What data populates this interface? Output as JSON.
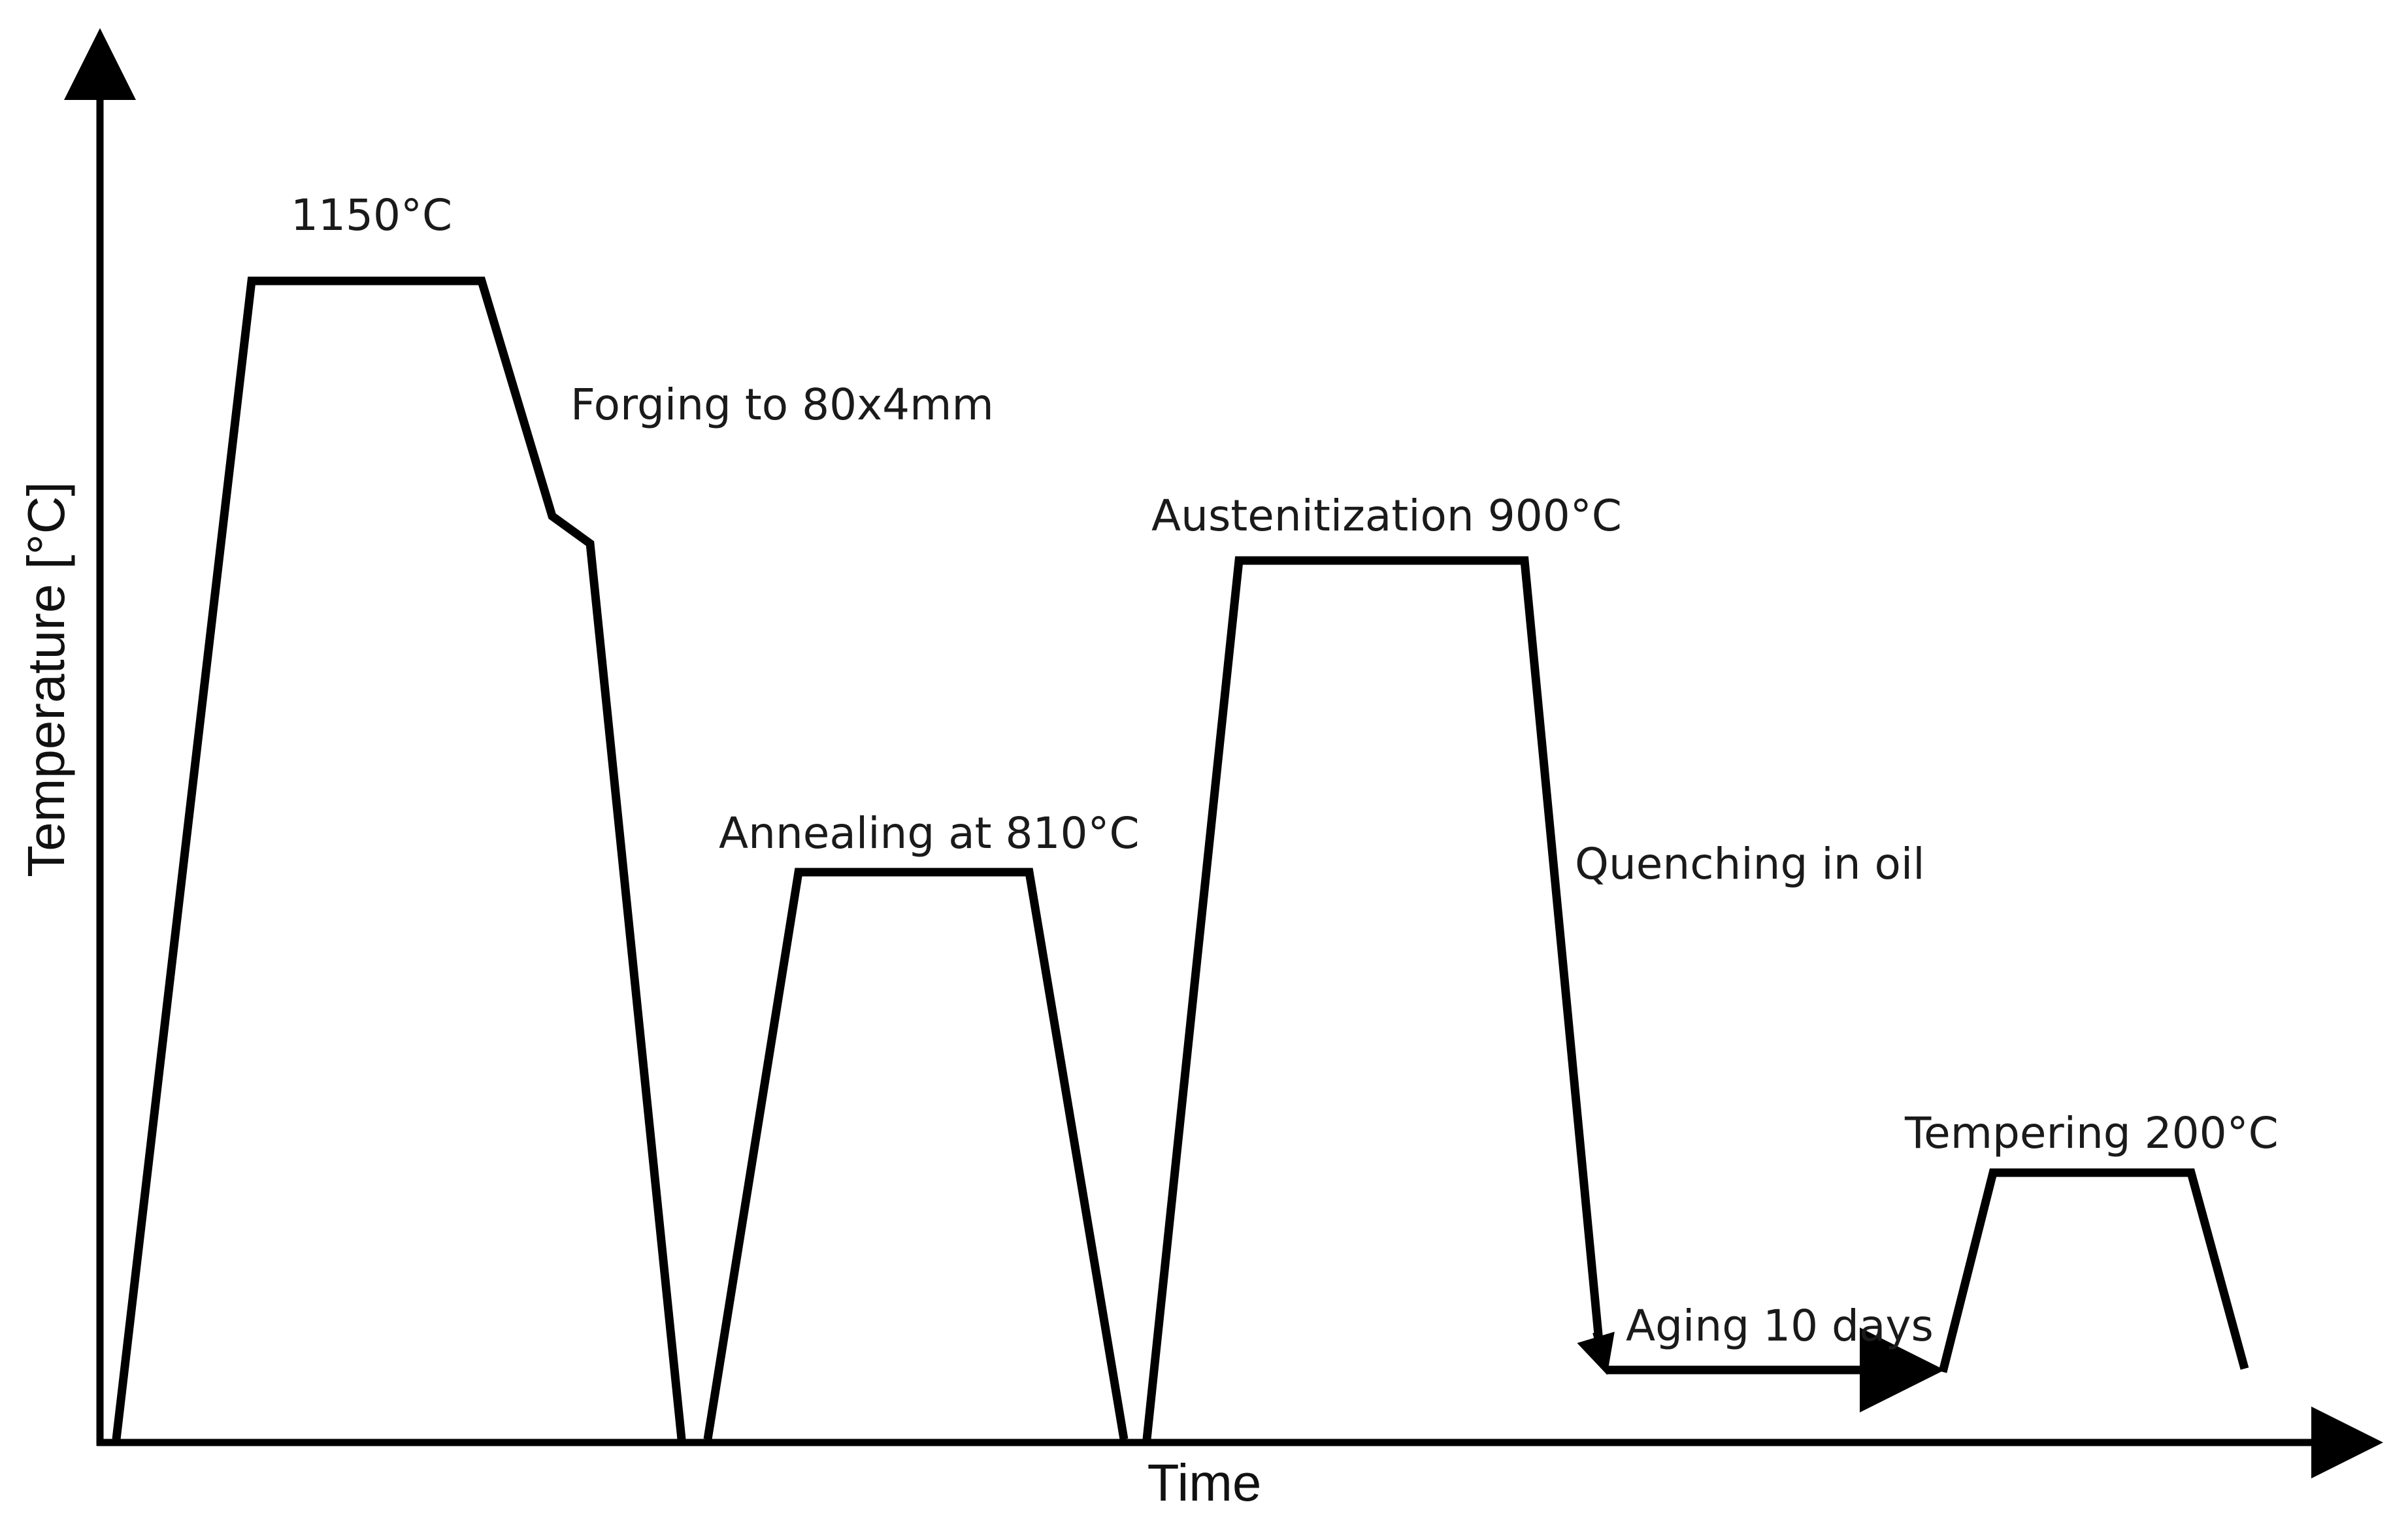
{
  "diagram": {
    "title": "",
    "axes": {
      "x_label": "Time",
      "y_label": "Temperature [°C]"
    },
    "stages": [
      {
        "id": "forging-hold",
        "label": "1150°C"
      },
      {
        "id": "forging",
        "label": "Forging to 80x4mm"
      },
      {
        "id": "annealing",
        "label": "Annealing at 810°C"
      },
      {
        "id": "austenitization",
        "label": "Austenitization 900°C"
      },
      {
        "id": "quenching",
        "label": "Quenching in oil"
      },
      {
        "id": "aging",
        "label": "Aging 10 days"
      },
      {
        "id": "tempering",
        "label": "Tempering 200°C"
      }
    ],
    "colors": {
      "line": "#000000",
      "background": "#ffffff"
    }
  }
}
